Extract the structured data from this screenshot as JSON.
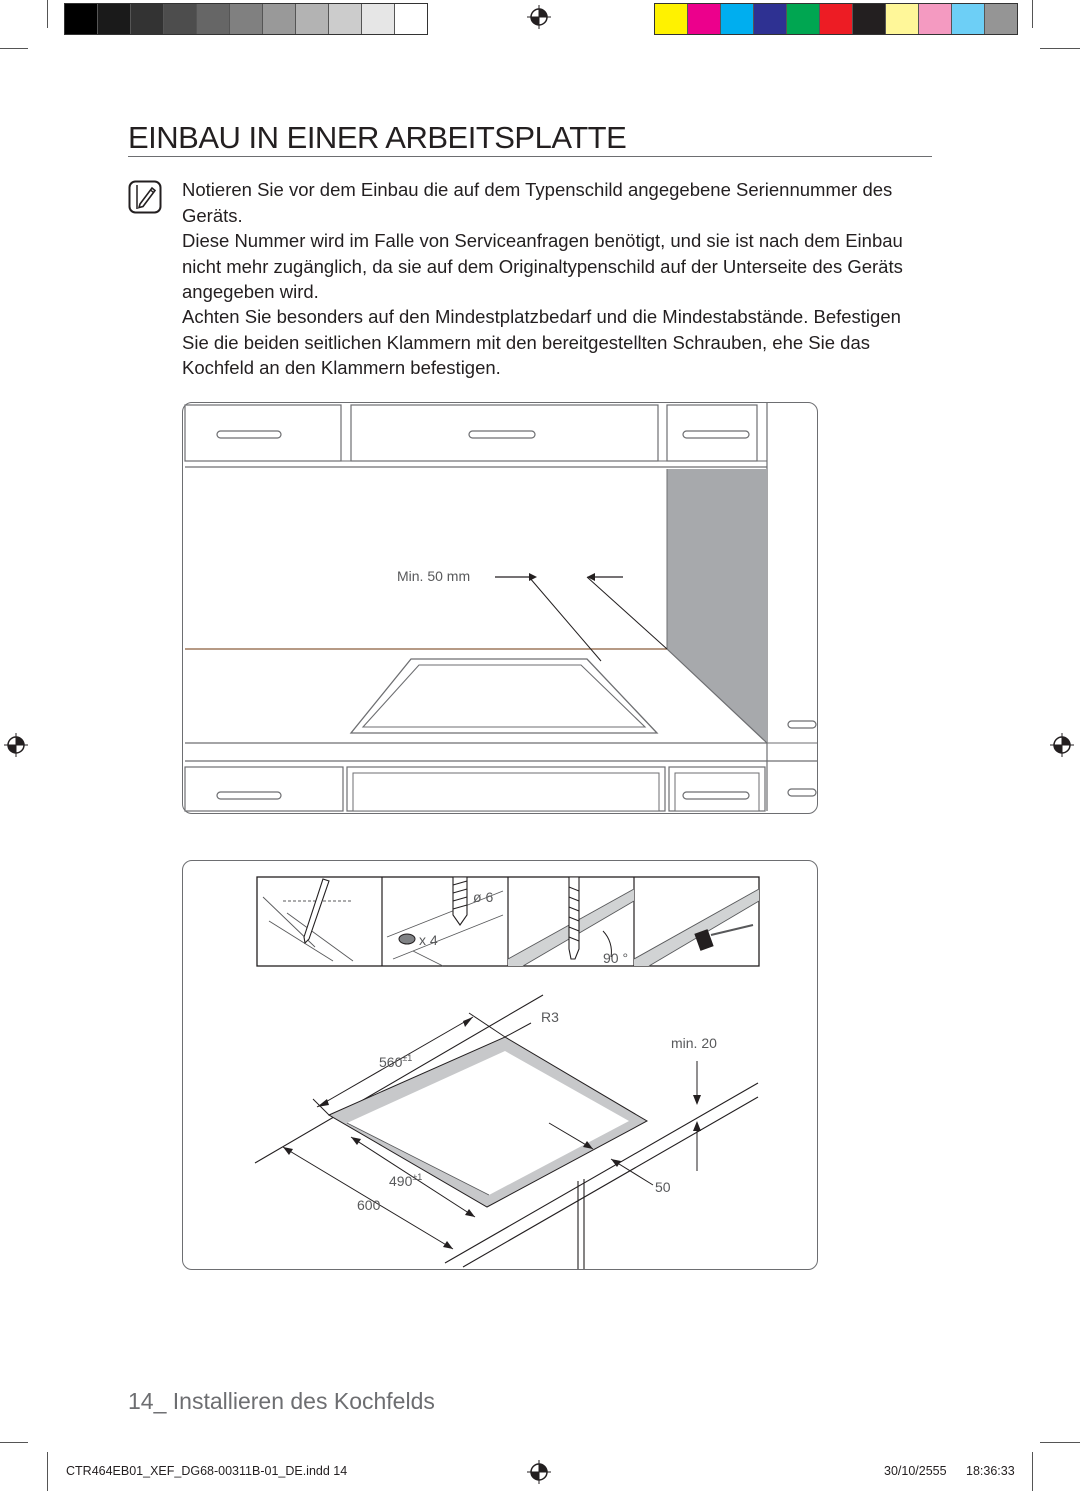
{
  "header": {
    "gray_swatches": [
      "#000000",
      "#1a1a1a",
      "#333333",
      "#4d4d4d",
      "#666666",
      "#808080",
      "#999999",
      "#b3b3b3",
      "#cccccc",
      "#e6e6e6",
      "#ffffff"
    ],
    "color_swatches": [
      "#fff200",
      "#ec008c",
      "#00aeef",
      "#2e3192",
      "#00a651",
      "#ed1c24",
      "#231f20",
      "#fff799",
      "#f49ac1",
      "#6dcff6",
      "#959595"
    ]
  },
  "page": {
    "title": "EINBAU IN EINER ARBEITSPLATTE",
    "note_icon": "note-pencil-icon",
    "paragraphs": [
      "Notieren Sie vor dem Einbau die auf dem Typenschild angegebene Seriennummer des Geräts.",
      "Diese Nummer wird im Falle von Serviceanfragen benötigt, und sie ist nach dem Einbau nicht mehr zugänglich, da sie auf dem Originaltypenschild auf der Unterseite des Geräts angegeben wird.",
      "Achten Sie besonders auf den Mindestplatzbedarf und die Mindestabstände. Befestigen Sie die beiden seitlichen Klammern mit den bereitgestellten Schrauben, ehe Sie das Kochfeld an den Klammern befestigen."
    ]
  },
  "figure1": {
    "min_label": "Min. 50 mm"
  },
  "figure2": {
    "drill_label": "ø 6",
    "screw_label": "x 4",
    "angle_label": "90 °",
    "radius_label": "R3",
    "width_label": "560",
    "width_tol": "±1",
    "depth_label": "490",
    "depth_tol": "±1",
    "counter_label": "600",
    "min_label": "min. 20",
    "edge_label": "50"
  },
  "footer": {
    "page_number": "14_",
    "section": "Installieren des Kochfelds",
    "file": "CTR464EB01_XEF_DG68-00311B-01_DE.indd   14",
    "date": "30/10/2555",
    "time": "18:36:33"
  }
}
